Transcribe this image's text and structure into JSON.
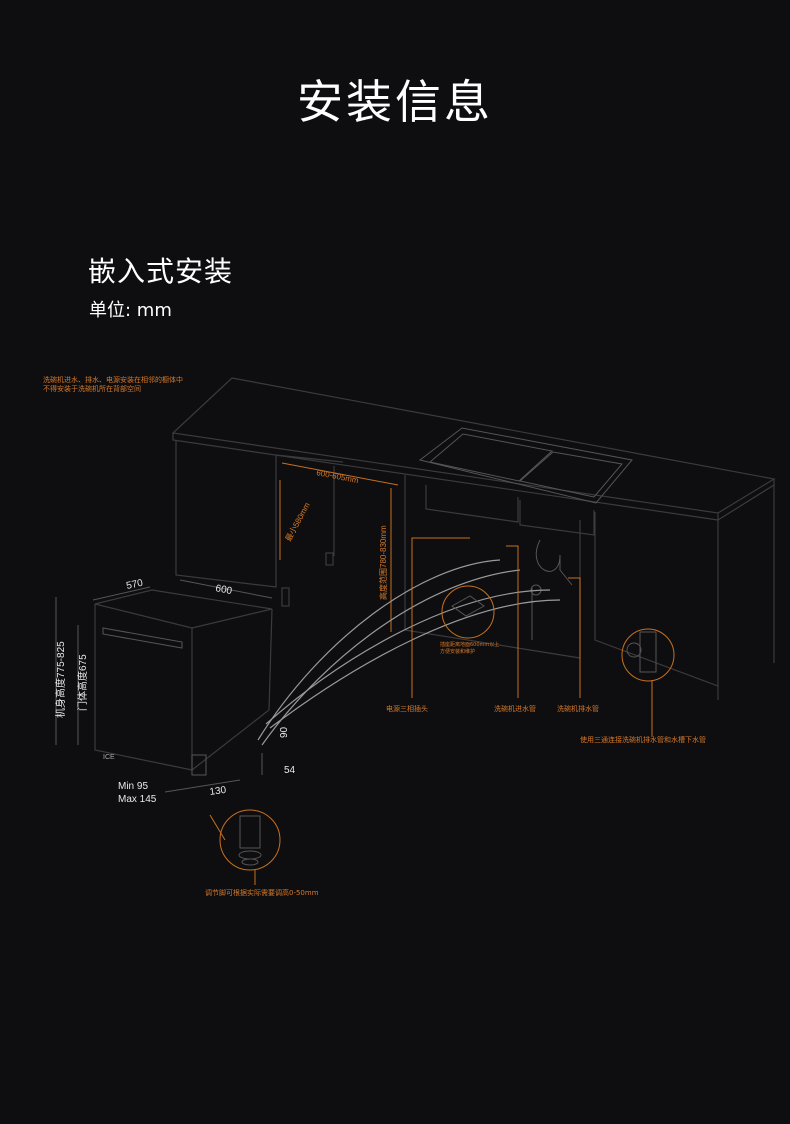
{
  "header": {
    "title": "安装信息",
    "subtitle": "嵌入式安装",
    "unit": "单位: mm"
  },
  "notes": {
    "top_left_line1": "洗碗机进水、排水、电源安装在相邻的橱体中",
    "top_left_line2": "不得安装于洗碗机所在背部空间",
    "socket": "电源三相插头",
    "inlet": "洗碗机进水管",
    "drain": "洗碗机排水管",
    "three_way": "使用三通连接洗碗机排水管和水槽下水管",
    "foot": "调节脚可根据实际需要调高0-50mm",
    "socket_detail_line1": "插座距离地面600mm以上",
    "socket_detail_line2": "方便安装和维护"
  },
  "dimensions": {
    "cabinet_width": "600-605mm",
    "cabinet_depth": "最小580mm",
    "cabinet_height": "高度范围780-830mm",
    "depth": "570",
    "width": "600",
    "body_height": "机身高度775-825",
    "door_height": "门体高度675",
    "min_label": "Min 95",
    "max_label": "Max 145",
    "bottom_depth": "130",
    "side_depth": "54",
    "hose_offset": "90"
  },
  "colors": {
    "background": "#0e0e10",
    "accent": "#d6792a",
    "line": "#3b3b3f"
  }
}
